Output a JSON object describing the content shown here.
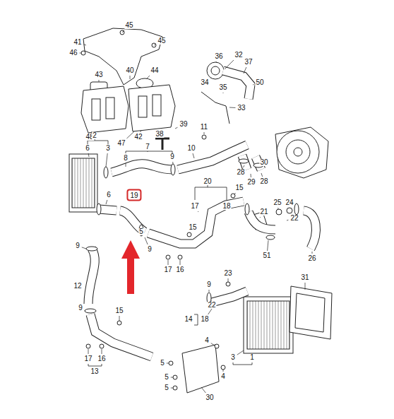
{
  "diagram": {
    "nodes": [
      {
        "text": [
          "19"
        ]
      }
    ],
    "labels": [
      "45",
      "41",
      "45",
      "46",
      "40",
      "43",
      "44",
      "48",
      "42",
      "47",
      "36",
      "32",
      "37",
      "34",
      "35",
      "50",
      "33",
      "39",
      "11",
      "38",
      "2",
      "6",
      "3",
      "7",
      "8",
      "9",
      "10",
      "28",
      "30",
      "29",
      "28",
      "20",
      "15",
      "6",
      "17",
      "18",
      "25",
      "24",
      "21",
      "22",
      "15",
      "5",
      "9",
      "9",
      "51",
      "17",
      "16",
      "26",
      "23",
      "31",
      "12",
      "15",
      "9",
      "9",
      "22",
      "14",
      "18",
      "17",
      "16",
      "13",
      "4",
      "5",
      "4",
      "5",
      "5",
      "30",
      "1",
      "3"
    ]
  }
}
